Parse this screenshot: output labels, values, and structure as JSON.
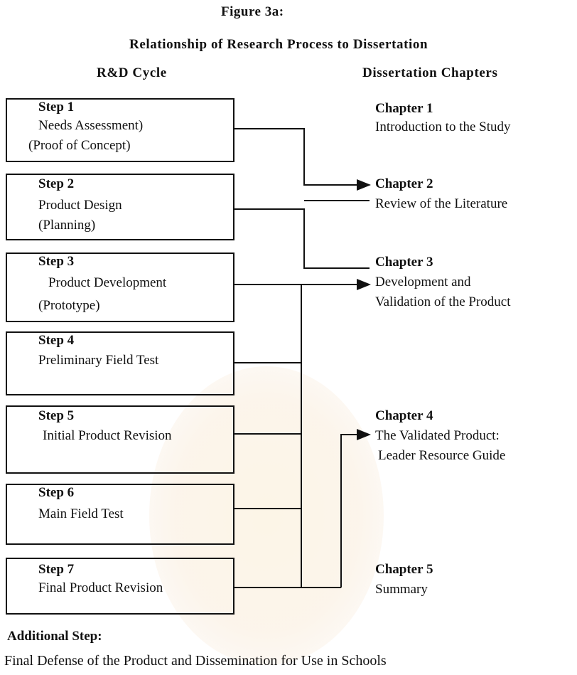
{
  "figure": {
    "label": "Figure 3a:",
    "title": "Relationship of Research Process to Dissertation"
  },
  "columns": {
    "left": "R&D Cycle",
    "right": "Dissertation Chapters"
  },
  "steps": [
    {
      "title": "Step 1",
      "lines": [
        "Needs Assessment)",
        "(Proof of Concept)"
      ]
    },
    {
      "title": "Step 2",
      "lines": [
        "Product Design",
        "(Planning)"
      ]
    },
    {
      "title": "Step 3",
      "lines": [
        "Product Development",
        "(Prototype)"
      ]
    },
    {
      "title": "Step 4",
      "lines": [
        "Preliminary Field Test"
      ]
    },
    {
      "title": "Step 5",
      "lines": [
        "Initial Product Revision"
      ]
    },
    {
      "title": "Step 6",
      "lines": [
        "Main Field Test"
      ]
    },
    {
      "title": "Step 7",
      "lines": [
        "Final Product Revision"
      ]
    }
  ],
  "chapters": [
    {
      "title": "Chapter 1",
      "lines": [
        "Introduction to the Study"
      ]
    },
    {
      "title": "Chapter 2",
      "lines": [
        "Review of the Literature"
      ]
    },
    {
      "title": "Chapter 3",
      "lines": [
        "Development and",
        "Validation of the Product"
      ]
    },
    {
      "title": "Chapter 4",
      "lines": [
        "The Validated Product:",
        "Leader Resource Guide"
      ]
    },
    {
      "title": "Chapter 5",
      "lines": [
        "Summary"
      ]
    }
  ],
  "additional": {
    "heading": "Additional Step:",
    "text": "Final Defense of the Product and Dissemination for Use in Schools"
  }
}
